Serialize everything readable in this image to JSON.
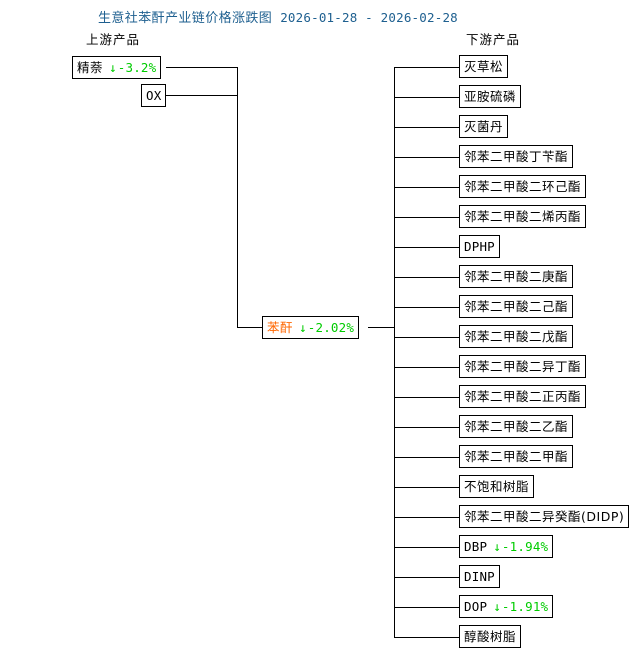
{
  "title": {
    "main": "生意社苯酐产业链价格涨跌图",
    "date_range": "2026-01-28 - 2026-02-28",
    "color": "#1f6090"
  },
  "headers": {
    "upstream": "上游产品",
    "downstream": "下游产品"
  },
  "colors": {
    "down": "#00cc00",
    "center_node_text": "#ff6600",
    "line": "#000000",
    "box_border": "#000000"
  },
  "center": {
    "name": "苯酐",
    "arrow": "↓",
    "change": "-2.02%"
  },
  "upstream": [
    {
      "name": "精萘",
      "arrow": "↓",
      "change": "-3.2%"
    },
    {
      "name": "OX",
      "arrow": "",
      "change": ""
    }
  ],
  "downstream": [
    {
      "name": "灭草松",
      "arrow": "",
      "change": ""
    },
    {
      "name": "亚胺硫磷",
      "arrow": "",
      "change": ""
    },
    {
      "name": "灭菌丹",
      "arrow": "",
      "change": ""
    },
    {
      "name": "邻苯二甲酸丁苄酯",
      "arrow": "",
      "change": ""
    },
    {
      "name": "邻苯二甲酸二环己酯",
      "arrow": "",
      "change": ""
    },
    {
      "name": "邻苯二甲酸二烯丙酯",
      "arrow": "",
      "change": ""
    },
    {
      "name": "DPHP",
      "arrow": "",
      "change": ""
    },
    {
      "name": "邻苯二甲酸二庚酯",
      "arrow": "",
      "change": ""
    },
    {
      "name": "邻苯二甲酸二己酯",
      "arrow": "",
      "change": ""
    },
    {
      "name": "邻苯二甲酸二戊酯",
      "arrow": "",
      "change": ""
    },
    {
      "name": "邻苯二甲酸二异丁酯",
      "arrow": "",
      "change": ""
    },
    {
      "name": "邻苯二甲酸二正丙酯",
      "arrow": "",
      "change": ""
    },
    {
      "name": "邻苯二甲酸二乙酯",
      "arrow": "",
      "change": ""
    },
    {
      "name": "邻苯二甲酸二甲酯",
      "arrow": "",
      "change": ""
    },
    {
      "name": "不饱和树脂",
      "arrow": "",
      "change": ""
    },
    {
      "name": "邻苯二甲酸二异癸酯(DIDP)",
      "arrow": "",
      "change": ""
    },
    {
      "name": "DBP",
      "arrow": "↓",
      "change": "-1.94%"
    },
    {
      "name": "DINP",
      "arrow": "",
      "change": ""
    },
    {
      "name": "DOP",
      "arrow": "↓",
      "change": "-1.91%"
    },
    {
      "name": "醇酸树脂",
      "arrow": "",
      "change": ""
    }
  ]
}
